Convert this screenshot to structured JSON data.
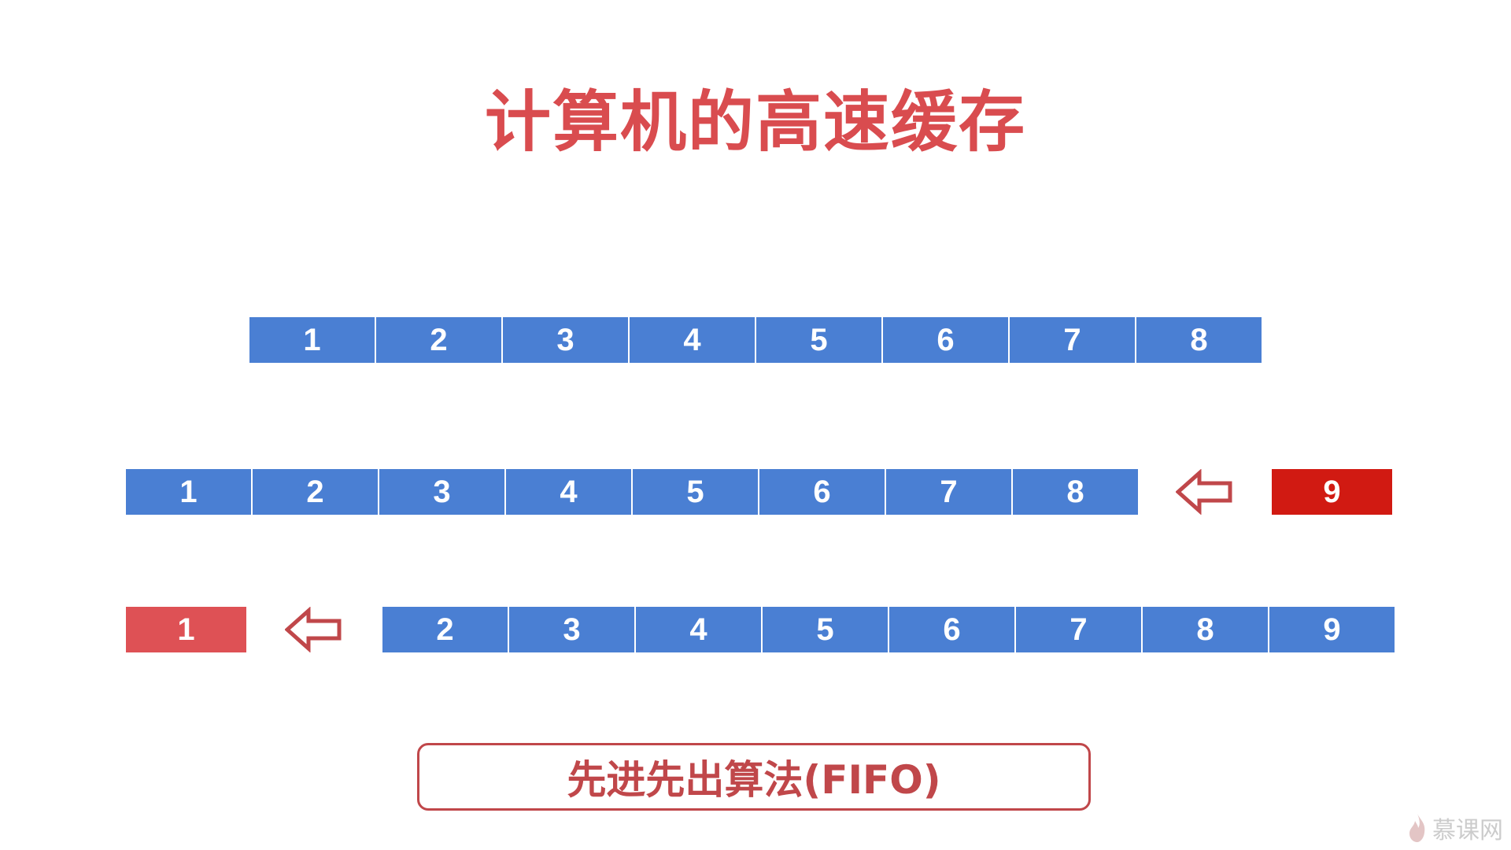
{
  "title": "计算机的高速缓存",
  "rows": {
    "row1": [
      "1",
      "2",
      "3",
      "4",
      "5",
      "6",
      "7",
      "8"
    ],
    "row2": [
      "1",
      "2",
      "3",
      "4",
      "5",
      "6",
      "7",
      "8"
    ],
    "row2_incoming": "9",
    "row3_evicted": "1",
    "row3": [
      "2",
      "3",
      "4",
      "5",
      "6",
      "7",
      "8",
      "9"
    ]
  },
  "algorithm_label": "先进先出算法(FIFO)",
  "watermark": "慕课网",
  "colors": {
    "title": "#d94c4f",
    "cell": "#4a7fd3",
    "incoming": "#d11a12",
    "evicted": "#de5155",
    "arrow": "#c0474a",
    "label_border": "#c0474a"
  },
  "icons": [
    "left-arrow-icon",
    "flame-logo-icon"
  ]
}
